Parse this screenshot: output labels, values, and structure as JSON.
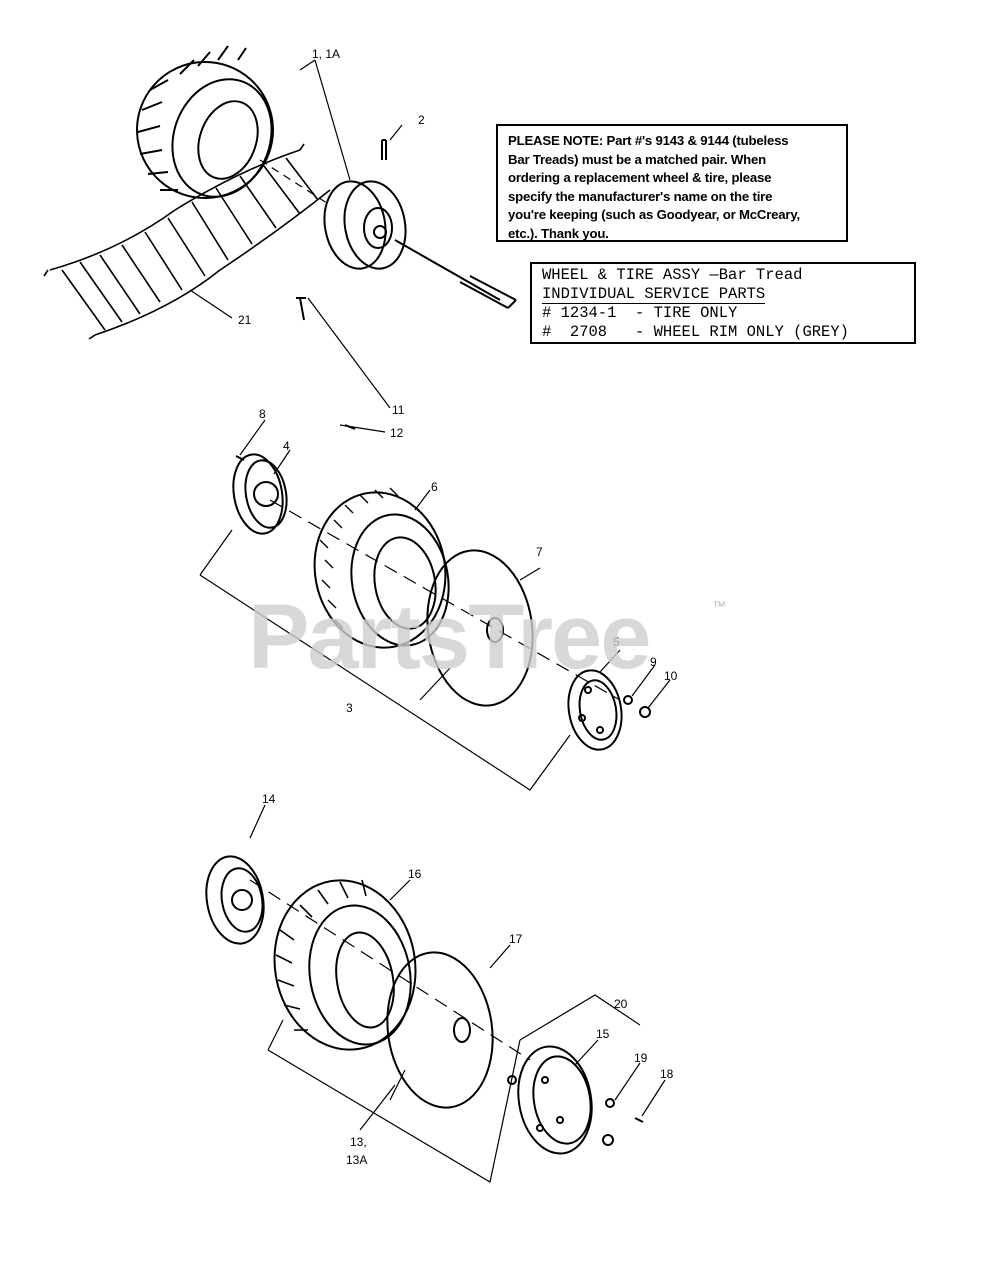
{
  "note": {
    "line1": "PLEASE NOTE: Part #'s 9143 & 9144 (tubeless",
    "line2": "Bar Treads) must be a matched pair. When",
    "line3": "ordering a replacement wheel & tire, please",
    "line4": "specify the manufacturer's name on the tire",
    "line5": "you're keeping (such as Goodyear, or McCreary,",
    "line6": "etc.). Thank you."
  },
  "parts_table": {
    "title": "WHEEL & TIRE ASSY —Bar Tread",
    "subtitle": "INDIVIDUAL SERVICE PARTS",
    "row1": "# 1234-1  - TIRE ONLY",
    "row2": "#  2708   - WHEEL RIM ONLY (GREY)"
  },
  "watermark": {
    "text": "PartsTree",
    "tm": "™"
  },
  "callouts": {
    "c1": "1, 1A",
    "c2": "2",
    "c21": "21",
    "c8": "8",
    "c11": "11",
    "c12": "12",
    "c4": "4",
    "c6": "6",
    "c7": "7",
    "c5": "5",
    "c9": "9",
    "c10": "10",
    "c3": "3",
    "c14": "14",
    "c16": "16",
    "c17": "17",
    "c20": "20",
    "c15": "15",
    "c19": "19",
    "c18": "18",
    "c13": "13,",
    "c13a": "13A"
  }
}
